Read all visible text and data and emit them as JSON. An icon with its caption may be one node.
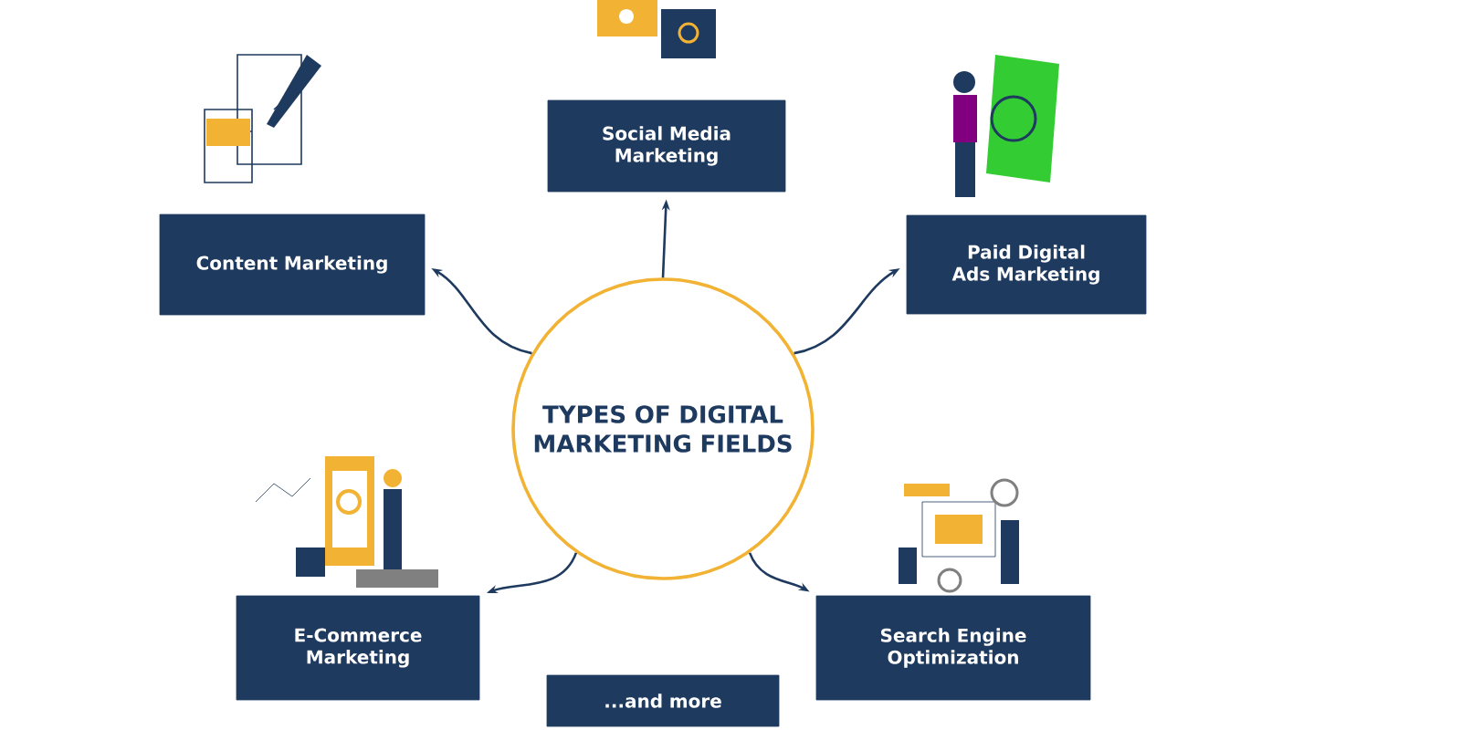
{
  "diagram": {
    "nodes": [
      {
        "text": [
          "TYPES OF DIGITAL MARKETING FIELDS"
        ]
      },
      {
        "text": [
          "Social Media Marketing"
        ]
      },
      {
        "text": [
          "Content Marketing"
        ]
      },
      {
        "text": [
          "Paid Digital Ads Marketing"
        ]
      },
      {
        "text": [
          "E-Commerce Marketing"
        ]
      },
      {
        "text": [
          "Search Engine Optimization"
        ]
      },
      {
        "text": [
          "...and more"
        ]
      }
    ],
    "edges": [
      {
        "from": 0,
        "to": 1,
        "arrow": "to"
      },
      {
        "from": 0,
        "to": 2,
        "arrow": "to"
      },
      {
        "from": 0,
        "to": 3,
        "arrow": "to"
      },
      {
        "from": 0,
        "to": 4,
        "arrow": "to"
      },
      {
        "from": 0,
        "to": 5,
        "arrow": "to"
      }
    ]
  }
}
